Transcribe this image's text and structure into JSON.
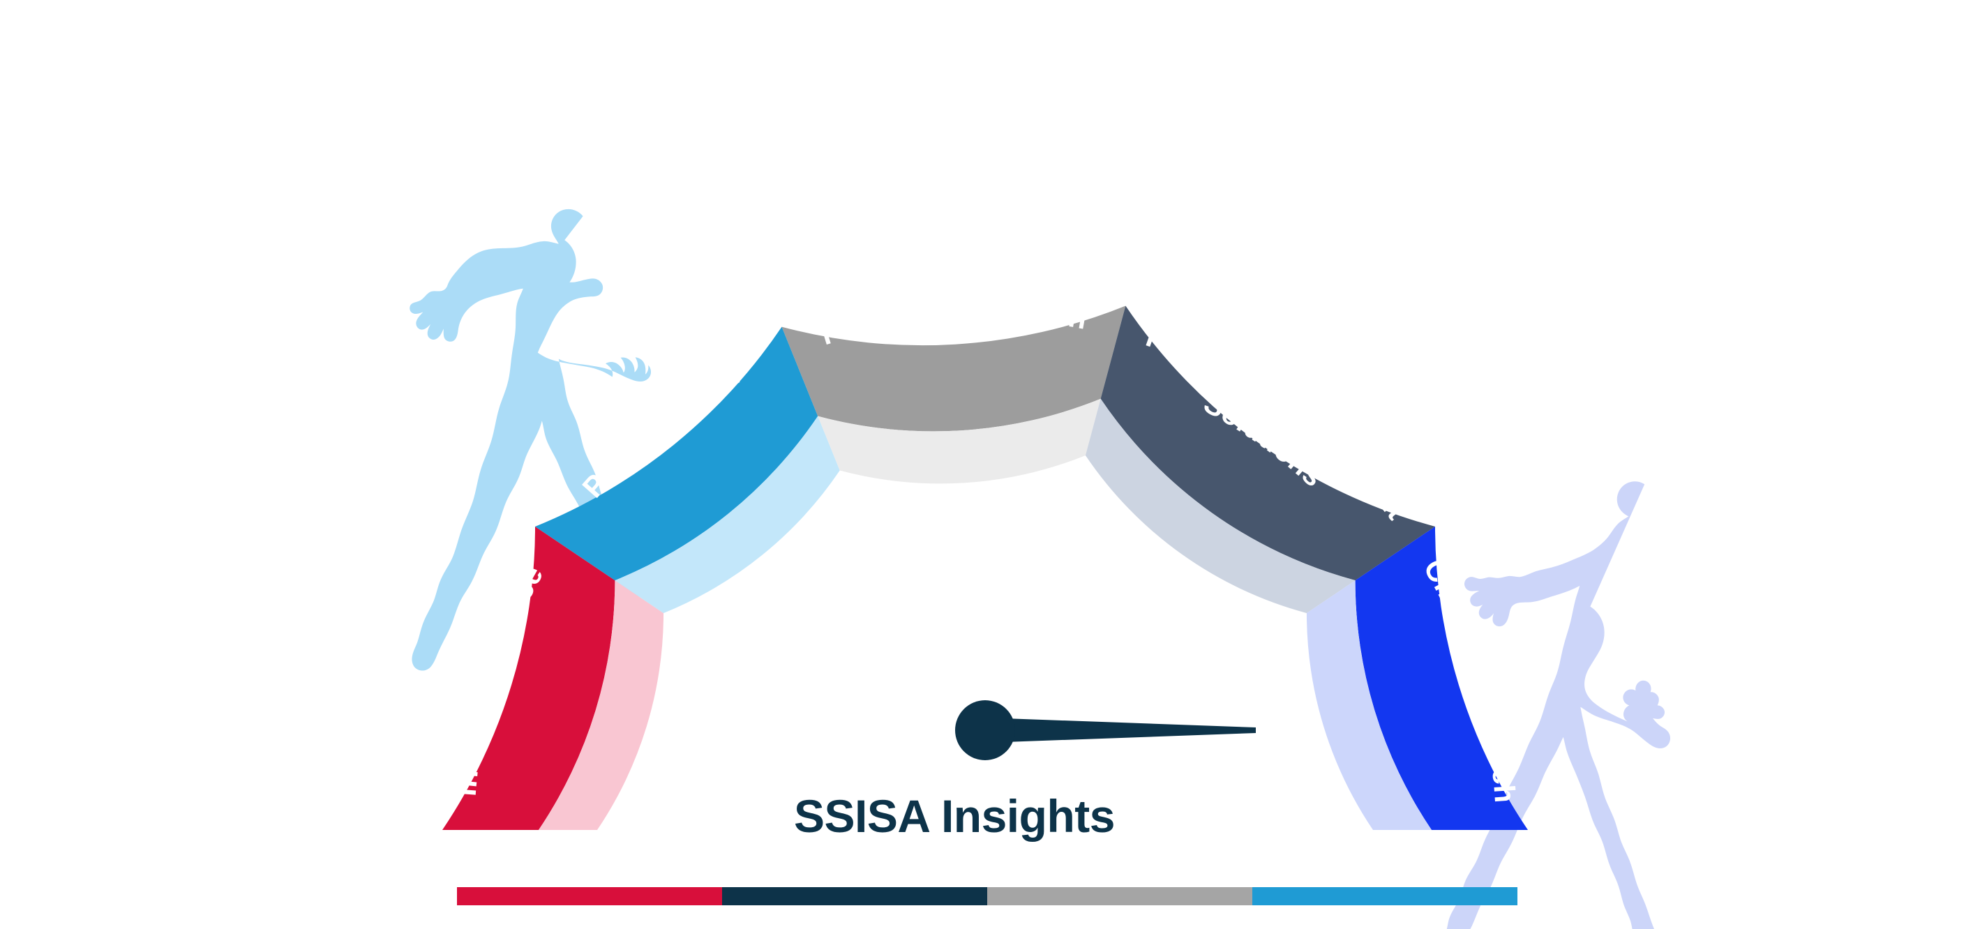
{
  "gauge": {
    "title": "SSISA Insights",
    "title_color": "#0d3349",
    "needle_color": "#0d3349",
    "needle_angle_deg": 0,
    "segments": [
      {
        "label": "Informed Choice",
        "outer_color": "#d80f3b",
        "inner_color": "#f9c6d2",
        "start_deg": 180,
        "end_deg": 146,
        "label_lines": [
          "Informed Choice"
        ]
      },
      {
        "label": "Product Brief",
        "outer_color": "#1f9bd4",
        "inner_color": "#c3e7fa",
        "start_deg": 146,
        "end_deg": 112,
        "label_lines": [
          "Product Brief"
        ]
      },
      {
        "label": "Product Validation",
        "outer_color": "#9d9d9d",
        "inner_color": "#ebebeb",
        "start_deg": 112,
        "end_deg": 75,
        "label_lines": [
          "Product Validation"
        ]
      },
      {
        "label": "Product Development Solutions",
        "outer_color": "#47566d",
        "inner_color": "#ccd4e1",
        "start_deg": 75,
        "end_deg": 34,
        "label_lines": [
          "Product Development",
          "Solutions"
        ]
      },
      {
        "label": "Clinical Research",
        "outer_color": "#1337f0",
        "inner_color": "#ccd6fb",
        "start_deg": 34,
        "end_deg": 0,
        "label_lines": [
          "Clinical Research"
        ]
      }
    ]
  },
  "runners": {
    "left": {
      "name": "male-runner-silhouette",
      "color": "#abdcf7"
    },
    "right": {
      "name": "female-runner-silhouette",
      "color": "#ccd5f9"
    }
  },
  "bottom_bar": {
    "segments": [
      {
        "name": "bar-segment-crimson",
        "color": "#d80f3b"
      },
      {
        "name": "bar-segment-navy",
        "color": "#0d3349"
      },
      {
        "name": "bar-segment-gray",
        "color": "#a5a5a5"
      },
      {
        "name": "bar-segment-blue",
        "color": "#1f9bd4"
      }
    ]
  }
}
